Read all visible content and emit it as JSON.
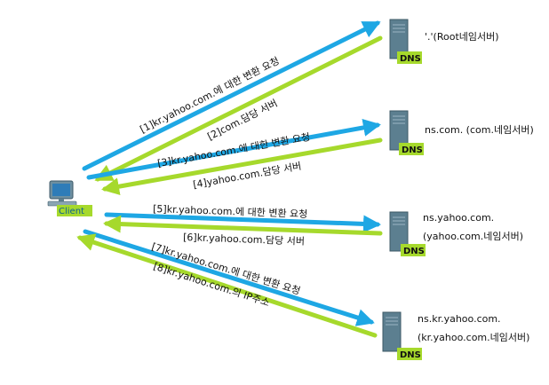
{
  "client": {
    "label": "Client"
  },
  "servers": [
    {
      "badge": "DNS",
      "name": "'.'(Root네임서버)",
      "name2": ""
    },
    {
      "badge": "DNS",
      "name": "ns.com. (com.네임서버)",
      "name2": ""
    },
    {
      "badge": "DNS",
      "name": "ns.yahoo.com.",
      "name2": "(yahoo.com.네임서버)"
    },
    {
      "badge": "DNS",
      "name": "ns.kr.yahoo.com.",
      "name2": "(kr.yahoo.com.네임서버)"
    }
  ],
  "steps": [
    {
      "label": "[1]kr.yahoo.com.에 대한 변환 요청",
      "direction": "request"
    },
    {
      "label": "[2]com.담당 서버",
      "direction": "response"
    },
    {
      "label": "[3]kr.yahoo.com.에 대한 변환 요청",
      "direction": "request"
    },
    {
      "label": "[4]yahoo.com.담당 서버",
      "direction": "response"
    },
    {
      "label": "[5]kr.yahoo.com.에 대한 변환 요청",
      "direction": "request"
    },
    {
      "label": "[6]kr.yahoo.com.담당 서버",
      "direction": "response"
    },
    {
      "label": "[7]kr.yahoo.com.에 대한 변환 요청",
      "direction": "request"
    },
    {
      "label": "[8]kr.yahoo.com.의 IP주소",
      "direction": "response"
    }
  ],
  "colors": {
    "request": "#1ea7e4",
    "response": "#a6d92c",
    "badge": "#a6d92c",
    "server_body": "#5c7f90",
    "text": "#111111"
  }
}
